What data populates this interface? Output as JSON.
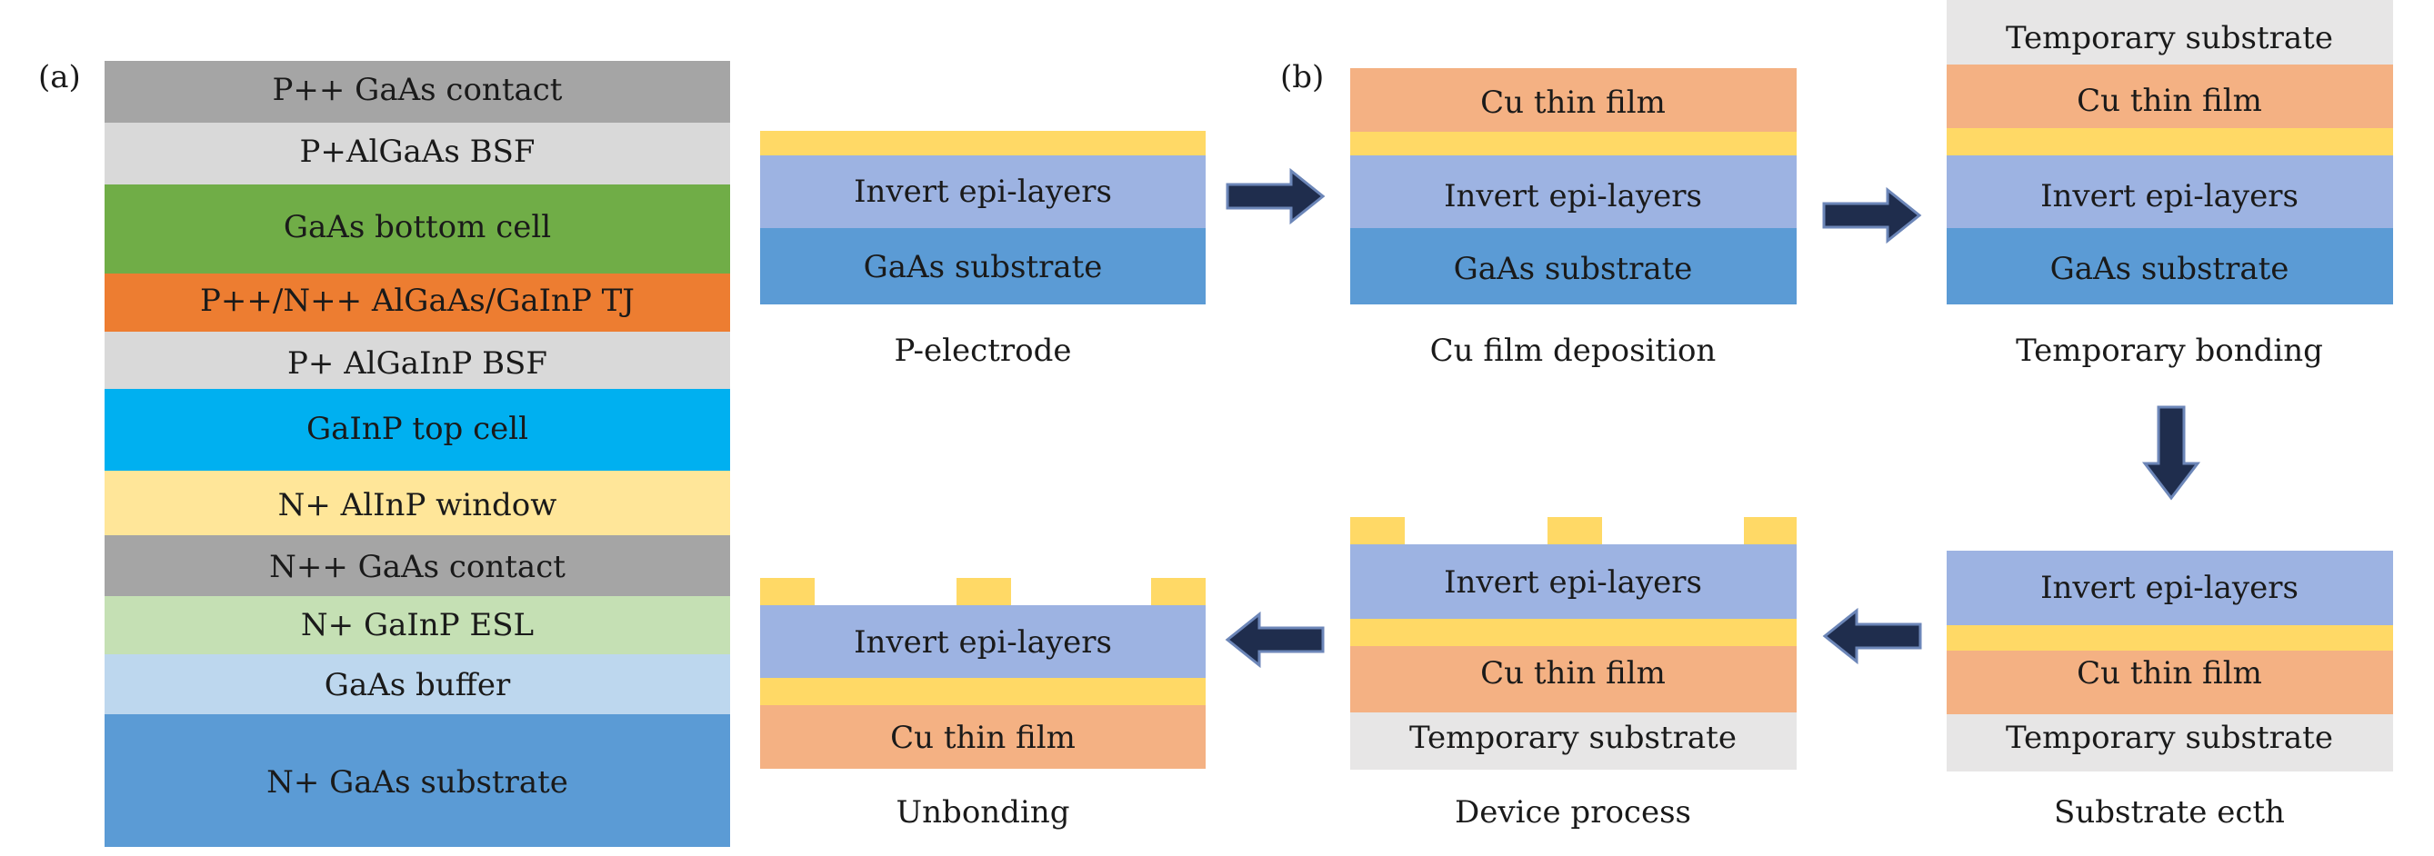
{
  "panel_a": {
    "label": "(a)",
    "layers": [
      {
        "text": "P++ GaAs contact",
        "color": "#a5a5a5"
      },
      {
        "text": "P+AlGaAs BSF",
        "color": "#d9d9d9"
      },
      {
        "text": "GaAs bottom cell",
        "color": "#70ad47"
      },
      {
        "text": "P++/N++ AlGaAs/GaInP TJ",
        "color": "#ed7d31"
      },
      {
        "text": "P+ AlGaInP BSF",
        "color": "#d9d9d9"
      },
      {
        "text": "GaInP top cell",
        "color": "#00b0f0"
      },
      {
        "text": "N+ AlInP window",
        "color": "#ffe699"
      },
      {
        "text": "N++ GaAs contact",
        "color": "#a5a5a5"
      },
      {
        "text": "N+ GaInP ESL",
        "color": "#c5e0b4"
      },
      {
        "text": "GaAs buffer",
        "color": "#bdd7ee"
      },
      {
        "text": "N+ GaAs substrate",
        "color": "#5b9bd5"
      }
    ]
  },
  "panel_b": {
    "label": "(b)",
    "colors": {
      "electrode": "#ffd966",
      "epi": "#9db3e2",
      "substrate": "#5b9bd5",
      "cu": "#f4b183",
      "temporary": "#e7e6e6",
      "arrow": "#1f2d4d"
    },
    "steps": {
      "p_electrode": {
        "caption": "P-electrode",
        "layers": [
          "",
          "Invert epi-layers",
          "GaAs substrate"
        ]
      },
      "cu_deposition": {
        "caption": "Cu film deposition",
        "layers": [
          "Cu thin film",
          "",
          "Invert epi-layers",
          "GaAs substrate"
        ]
      },
      "temporary_bonding": {
        "caption": "Temporary bonding",
        "layers": [
          "Temporary substrate",
          "Cu thin film",
          "",
          "Invert epi-layers",
          "GaAs substrate"
        ]
      },
      "substrate_etch": {
        "caption": "Substrate ecth",
        "layers": [
          "Invert epi-layers",
          "",
          "Cu thin film",
          "Temporary substrate"
        ]
      },
      "device_process": {
        "caption": "Device process",
        "layers": [
          "Invert epi-layers",
          "",
          "Cu thin film",
          "Temporary substrate"
        ]
      },
      "unbonding": {
        "caption": "Unbonding",
        "layers": [
          "Invert epi-layers",
          "",
          "Cu thin film"
        ]
      }
    }
  }
}
